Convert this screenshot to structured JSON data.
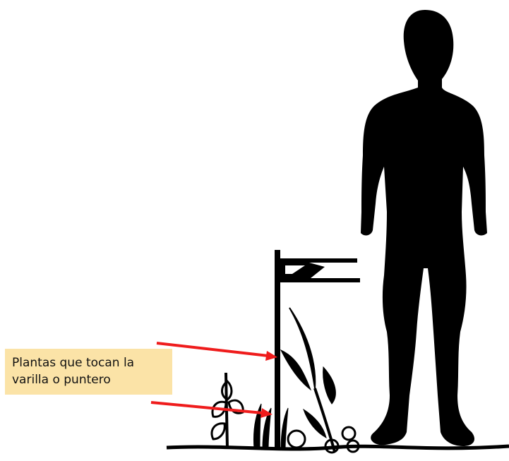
{
  "label": {
    "text_line1": "Plantas que tocan la",
    "text_line2": "varilla o puntero",
    "background_color": "#fbe3a7"
  },
  "colors": {
    "arrow": "#ef1c1c",
    "silhouette": "#000000",
    "background": "#ffffff"
  },
  "icons": [
    "person-silhouette",
    "flag-pole",
    "plants",
    "ground-line",
    "arrows"
  ]
}
